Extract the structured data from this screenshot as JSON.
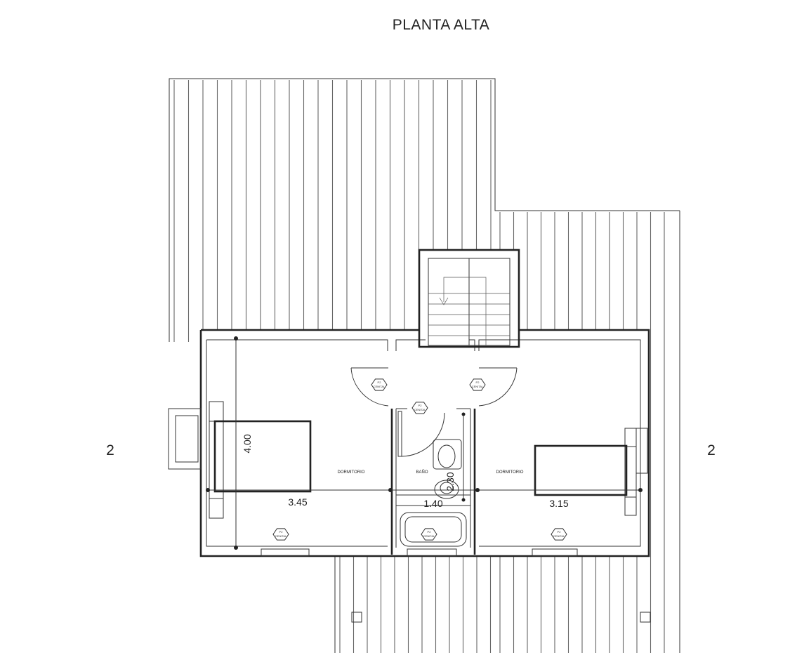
{
  "plan": {
    "title": "PLANTA ALTA",
    "section_left": "2",
    "section_right": "2"
  },
  "rooms": {
    "bedroom_left": "DORMITORIO",
    "bathroom": "BAÑO",
    "bedroom_right": "DORMITORIO"
  },
  "dimensions": {
    "left_room_height": "4.00",
    "left_room_width": "3.45",
    "bathroom_width": "1.40",
    "bathroom_depth": "2.30",
    "right_room_width": "3.15"
  },
  "fixture_tag": {
    "code": "P2",
    "text": "CENITAL"
  },
  "colors": {
    "line": "#222222",
    "roof_line": "#666666",
    "background": "#ffffff"
  }
}
